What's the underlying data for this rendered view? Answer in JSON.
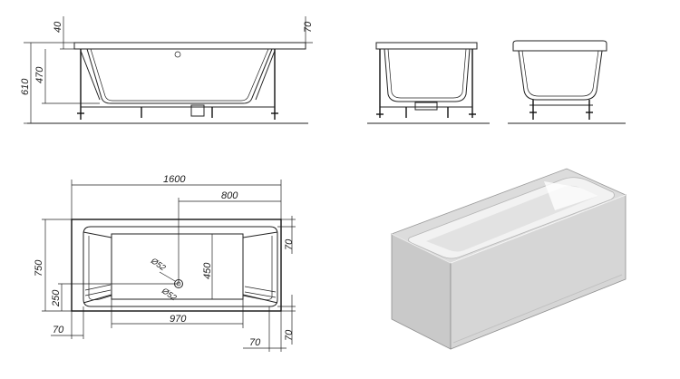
{
  "dimensions": {
    "side_view": {
      "rim_height": "40",
      "frame_offset": "70",
      "tub_depth": "470",
      "total_height": "610"
    },
    "plan_view": {
      "length": "1600",
      "half_length": "800",
      "width": "750",
      "inner_depth": "450",
      "drain_offset_y": "250",
      "bottom_length": "970",
      "right_margin_top": "70",
      "right_margin_bottom": "70",
      "bottom_margin_right": "70",
      "left_margin_bottom": "70",
      "drain_diameter_1": "Ø52",
      "drain_diameter_2": "Ø52"
    }
  },
  "colors": {
    "line": "#222222",
    "panel_front": "#c8c8c8",
    "panel_side": "#d9d9d9",
    "inner": "#eeeeee"
  }
}
